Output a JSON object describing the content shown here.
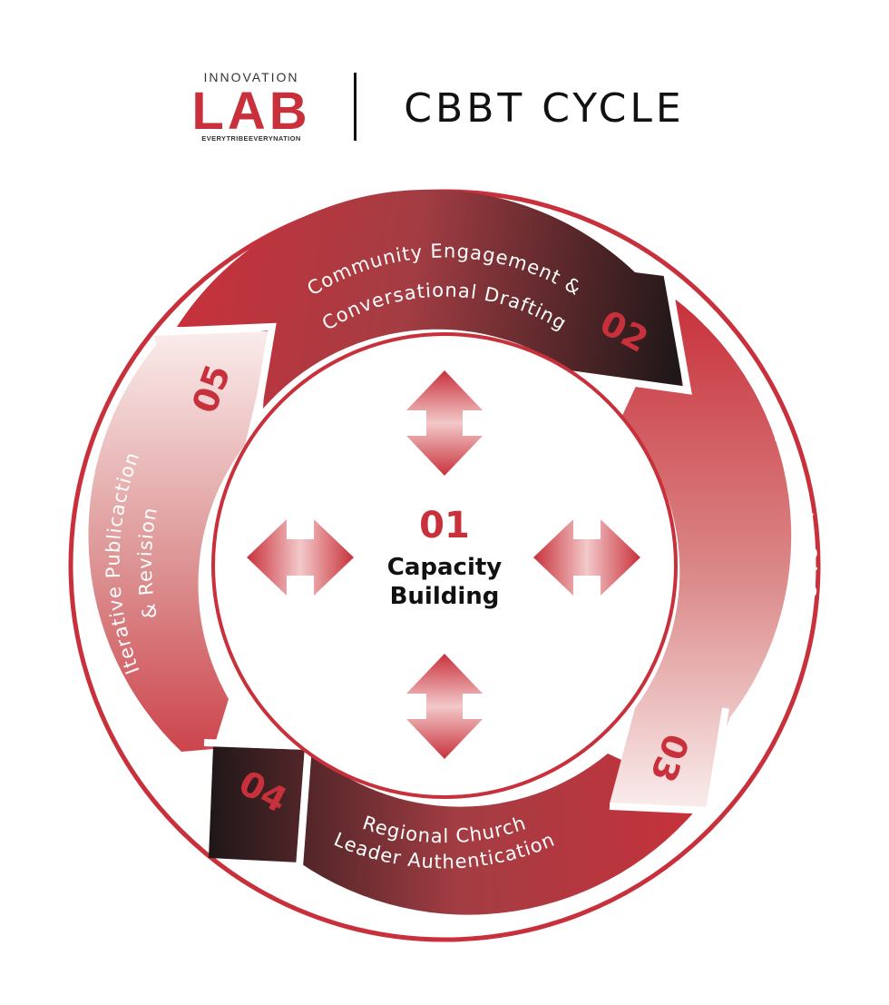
{
  "header": {
    "logo_top": "INNOVATION",
    "logo_main": "LAB",
    "logo_tagline": "EVERYTRIBEEVERYNATION",
    "title": "CBBT CYCLE"
  },
  "center": {
    "number": "01",
    "line1": "Capacity",
    "line2": "Building"
  },
  "stages": [
    {
      "number": "02",
      "line1": "Community Engagement &",
      "line2": "Conversational Drafting"
    },
    {
      "number": "03",
      "line1": "Review by QA Community",
      "line2": ""
    },
    {
      "number": "04",
      "line1": "Regional Church",
      "line2": "Leader Authentication"
    },
    {
      "number": "05",
      "line1": "Iterative Publicaction",
      "line2": "& Revision"
    }
  ],
  "colors": {
    "primary_red": "#c8313b",
    "light_red": "#f2cccc",
    "dark": "#231a1b",
    "text_dark": "#111111",
    "text_light": "#ffffff"
  }
}
